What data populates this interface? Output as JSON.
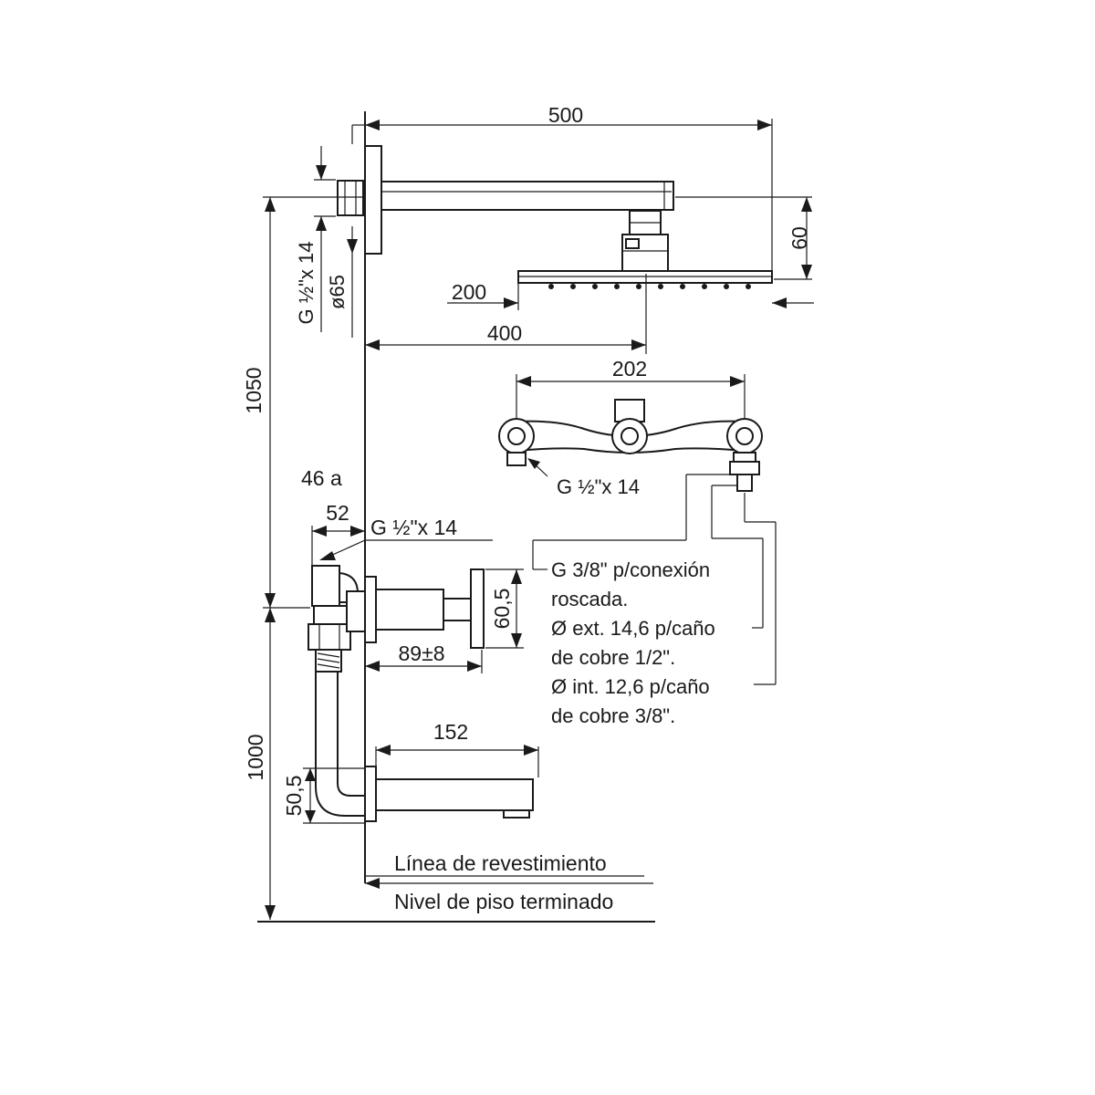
{
  "dimensions": {
    "arm_length": "500",
    "head_drop": "60",
    "head_offset": "200",
    "head_center": "400",
    "thread_top": "G ½\"x 14",
    "flange_diameter": "ø65",
    "height_upper": "1050",
    "height_lower": "1000",
    "connector_width": "202",
    "connector_thread": "G ½\"x 14",
    "mixer_range": "46 a",
    "mixer_depth": "52",
    "mixer_thread": "G ½\"x 14",
    "mixer_height": "60,5",
    "handle_depth": "89±8",
    "spout_length": "152",
    "spout_height": "50,5"
  },
  "note_lines": [
    "G 3/8\" p/conexión",
    "roscada.",
    "Ø ext. 14,6 p/caño",
    "de cobre 1/2\".",
    "Ø int. 12,6 p/caño",
    "de cobre 3/8\"."
  ],
  "labels": {
    "coating_line": "Línea de revestimiento",
    "floor_level": "Nivel de piso terminado"
  }
}
